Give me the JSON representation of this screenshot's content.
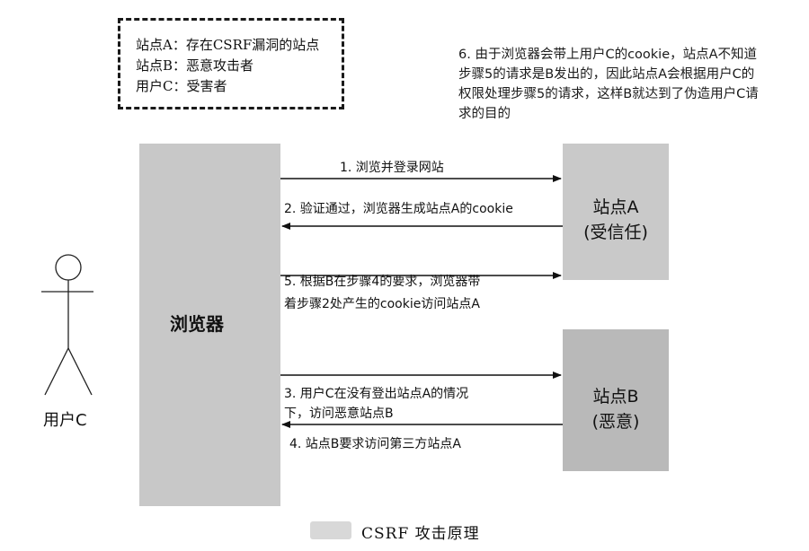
{
  "legend": {
    "lines": [
      "站点A：存在CSRF漏洞的站点",
      "站点B：恶意攻击者",
      "用户C：受害者"
    ]
  },
  "note": "6. 由于浏览器会带上用户C的cookie，站点A不知道步骤5的请求是B发出的，因此站点A会根据用户C的权限处理步骤5的请求，这样B就达到了伪造用户C请求的目的",
  "actors": {
    "browser": "浏览器",
    "user": "用户C",
    "site_a": {
      "name": "站点A",
      "tag": "(受信任)"
    },
    "site_b": {
      "name": "站点B",
      "tag": "(恶意)"
    }
  },
  "steps": {
    "s1": "1. 浏览并登录网站",
    "s2": "2. 验证通过，浏览器生成站点A的cookie",
    "s5_line1": "5. 根据B在步骤4的要求，浏览器带",
    "s5_line2": "着步骤2处产生的cookie访问站点A",
    "s3_line1": "3. 用户C在没有登出站点A的情况",
    "s3_line2": "下，访问恶意站点B",
    "s4": "4. 站点B要求访问第三方站点A"
  },
  "caption": "CSRF 攻击原理"
}
